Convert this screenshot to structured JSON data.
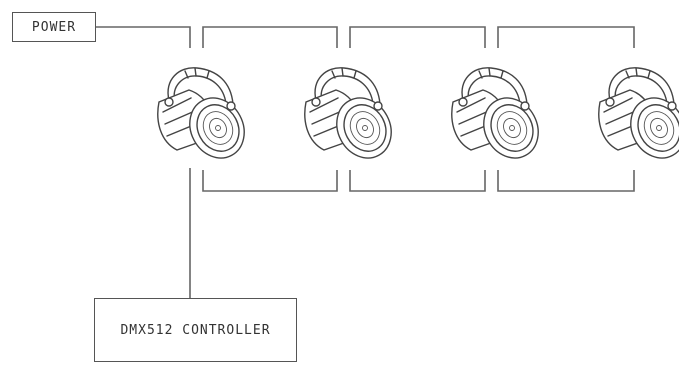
{
  "labels": {
    "power": "POWER",
    "controller": "DMX512 CONTROLLER"
  },
  "fixtures": [
    {
      "name": "par-fixture-1"
    },
    {
      "name": "par-fixture-2"
    },
    {
      "name": "par-fixture-3"
    },
    {
      "name": "par-fixture-4"
    }
  ],
  "colors": {
    "line": "#666666",
    "text": "#333333",
    "background": "#ffffff"
  }
}
